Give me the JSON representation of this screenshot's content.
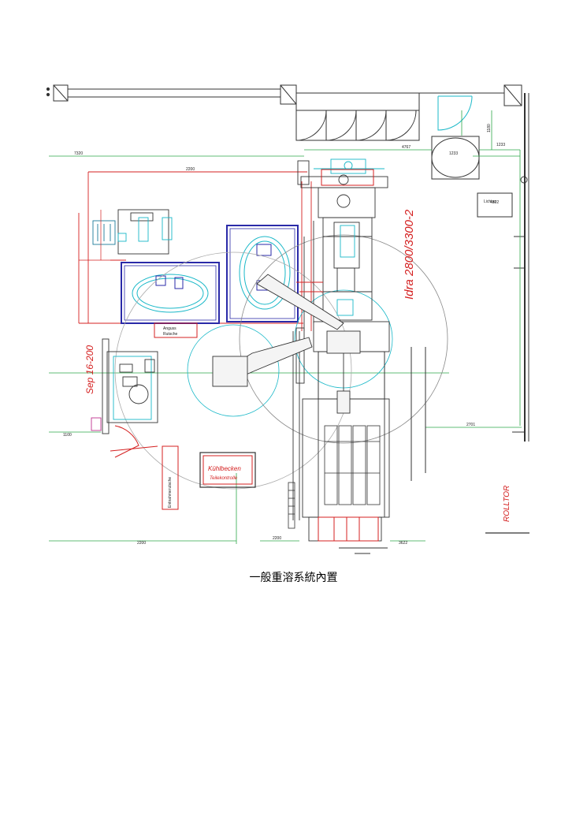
{
  "caption": "一般重溶系統內置",
  "labels": {
    "idra": "Idra 2800/3300-2",
    "sep": "Sep 16-200",
    "rolltor": "ROLLTOR",
    "entnahme": "Entnahmerutsche",
    "kuhlbecken": "Kühlbecken",
    "teilekontrolle": "Teilekontrolle",
    "anguss": "Anguss",
    "rutsche": "Rutsche",
    "lichtan": "Lichtan"
  },
  "dimensions": {
    "d1": "7320",
    "d2": "4767",
    "d3": "1233",
    "d4": "1233",
    "d5": "2200",
    "d6": "2701",
    "d7": "1100",
    "d8": "2200",
    "d9": "3622",
    "d10": "1180",
    "d11": "4322"
  },
  "colors": {
    "line": "#333333",
    "cyan": "#19b8c8",
    "blue": "#2a2aa8",
    "red": "#d42020",
    "green": "#2ea84a"
  }
}
